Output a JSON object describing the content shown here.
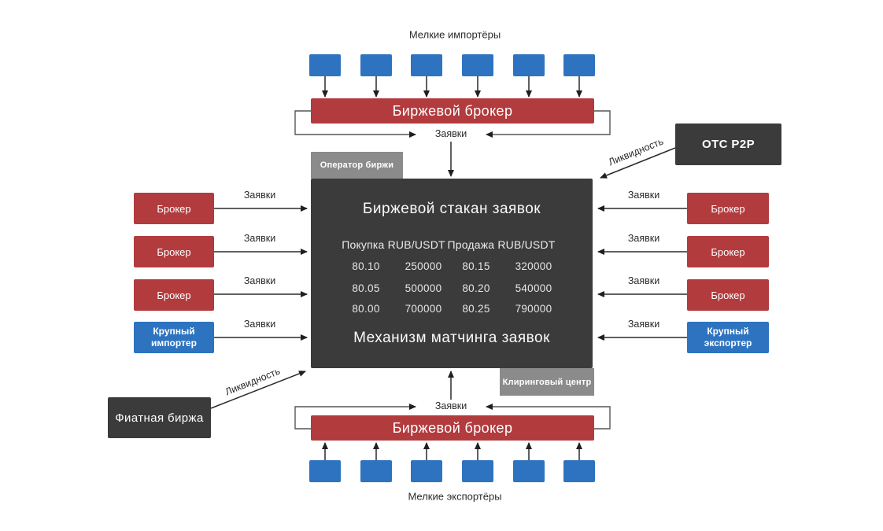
{
  "colors": {
    "red": "#b23b3e",
    "blue": "#2e73c0",
    "dark": "#3b3b3b",
    "gray": "#8b8b8b"
  },
  "top": {
    "group_label": "Мелкие импортёры",
    "broker_label": "Биржевой брокер",
    "orders_label": "Заявки"
  },
  "bottom": {
    "group_label": "Мелкие экспортёры",
    "broker_label": "Биржевой брокер",
    "orders_label": "Заявки"
  },
  "left": {
    "orders_label": "Заявки",
    "brokers": [
      "Брокер",
      "Брокер",
      "Брокер"
    ],
    "large_client": "Крупный\nимпортер"
  },
  "right": {
    "orders_label": "Заявки",
    "brokers": [
      "Брокер",
      "Брокер",
      "Брокер"
    ],
    "large_client": "Крупный\nэкспортер"
  },
  "center": {
    "operator_tab": "Оператор биржи",
    "clearing_tab": "Клиринговый центр",
    "title": "Биржевой стакан заявок",
    "buy_header": "Покупка RUB/USDT",
    "sell_header": "Продажа RUB/USDT",
    "rows": [
      {
        "buy_price": "80.10",
        "buy_volume": "250000",
        "sell_price": "80.15",
        "sell_volume": "320000"
      },
      {
        "buy_price": "80.05",
        "buy_volume": "500000",
        "sell_price": "80.20",
        "sell_volume": "540000"
      },
      {
        "buy_price": "80.00",
        "buy_volume": "700000",
        "sell_price": "80.25",
        "sell_volume": "790000"
      }
    ],
    "mechanism_label": "Механизм матчинга заявок"
  },
  "otc": {
    "label": "OTC P2P",
    "liquidity_label": "Ликвидность"
  },
  "fiat": {
    "label": "Фиатная биржа",
    "liquidity_label": "Ликвидность"
  }
}
